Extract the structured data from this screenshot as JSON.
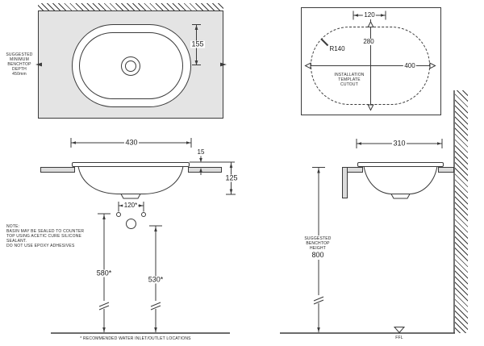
{
  "title": "Inset basin installation drawing",
  "colors": {
    "line": "#3b3b3b",
    "benchtop_fill": "#e4e4e4",
    "counter_fill": "#dcdcdc"
  },
  "plan": {
    "dim_155": "155",
    "depth_note_lines": [
      "SUGGESTED",
      "MINIMUM",
      "BENCHTOP",
      "DEPTH",
      "450mm"
    ]
  },
  "template": {
    "dim_120": "120",
    "dim_280": "280",
    "dim_r140": "R140",
    "dim_400": "400",
    "label_lines": [
      "INSTALLATION",
      "TEMPLATE",
      "CUTOUT"
    ]
  },
  "front": {
    "dim_430": "430",
    "dim_15": "15",
    "dim_125": "125",
    "dim_120_star": "120*",
    "dim_580_star": "580*",
    "dim_530_star": "530*",
    "note_lines": [
      "NOTE:",
      "BASIN MAY BE SEALED TO COUNTER",
      "TOP USING ACETIC CURE SILICONE",
      "SEALANT.",
      "DO NOT USE EPOXY ADHESIVES"
    ],
    "footnote": "* RECOMMENDED WATER INLET/OUTLET LOCATIONS"
  },
  "side": {
    "dim_310": "310",
    "height_note_lines": [
      "SUGGESTED",
      "BENCHTOP",
      "HEIGHT"
    ],
    "dim_800": "800",
    "ffl_label": "FFL"
  }
}
